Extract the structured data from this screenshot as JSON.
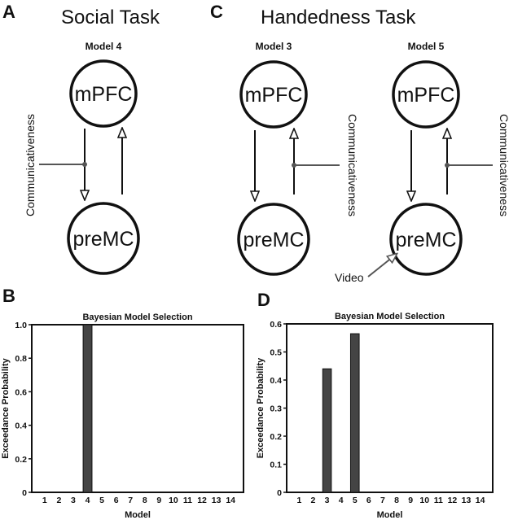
{
  "panels": {
    "A": {
      "letter": "A",
      "title": "Social Task",
      "model": "Model 4",
      "modulator": "Communicativeness"
    },
    "B": {
      "letter": "B"
    },
    "C": {
      "letter": "C",
      "title": "Handedness Task",
      "model_left": "Model 3",
      "model_right": "Model 5",
      "modulator": "Communicativeness",
      "input": "Video"
    },
    "D": {
      "letter": "D"
    }
  },
  "nodes": {
    "top": "mPFC",
    "bottom": "preMC"
  },
  "colors": {
    "bar": "#444444",
    "ink": "#111111",
    "modulation": "#555555"
  },
  "chart_data": [
    {
      "type": "bar",
      "title": "Bayesian Model Selection",
      "xlabel": "Model",
      "ylabel": "Exceedance Probability",
      "categories": [
        "1",
        "2",
        "3",
        "4",
        "5",
        "6",
        "7",
        "8",
        "9",
        "10",
        "11",
        "12",
        "13",
        "14"
      ],
      "values": [
        0,
        0,
        0,
        1.0,
        0,
        0,
        0,
        0,
        0,
        0,
        0,
        0,
        0,
        0
      ],
      "ylim": [
        0,
        1.0
      ],
      "yticks": [
        "0",
        "0.2",
        "0.4",
        "0.6",
        "0.8",
        "1.0"
      ],
      "grid": false
    },
    {
      "type": "bar",
      "title": "Bayesian Model Selection",
      "xlabel": "Model",
      "ylabel": "Exceedance Probability",
      "categories": [
        "1",
        "2",
        "3",
        "4",
        "5",
        "6",
        "7",
        "8",
        "9",
        "10",
        "11",
        "12",
        "13",
        "14"
      ],
      "values": [
        0,
        0,
        0.44,
        0,
        0.565,
        0,
        0,
        0,
        0,
        0,
        0,
        0,
        0,
        0
      ],
      "ylim": [
        0,
        0.6
      ],
      "yticks": [
        "0",
        "0.1",
        "0.2",
        "0.3",
        "0.4",
        "0.5",
        "0.6"
      ],
      "grid": false
    }
  ]
}
